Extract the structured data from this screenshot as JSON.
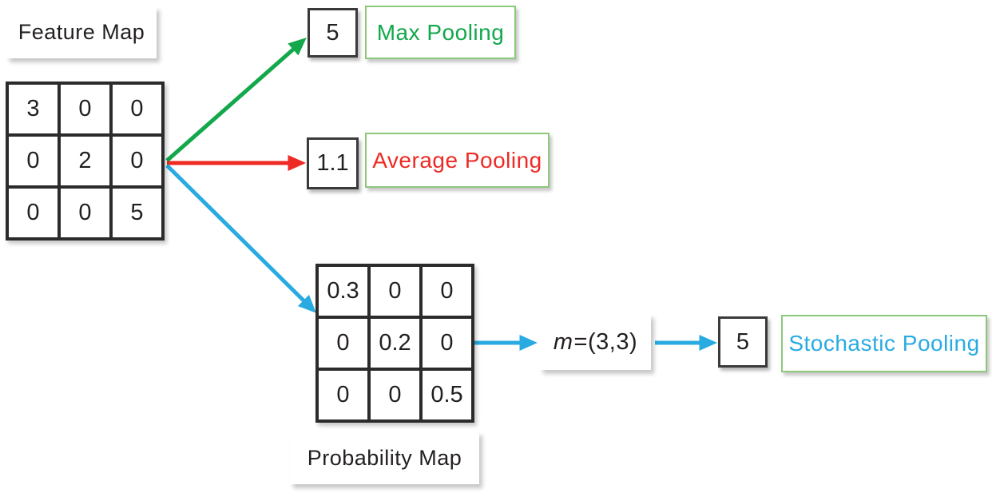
{
  "figure": {
    "feature_map": {
      "title": "Feature Map",
      "cells": [
        [
          "3",
          "0",
          "0"
        ],
        [
          "0",
          "2",
          "0"
        ],
        [
          "0",
          "0",
          "5"
        ]
      ]
    },
    "probability_map": {
      "title": "Probability Map",
      "cells": [
        [
          "0.3",
          "0",
          "0"
        ],
        [
          "0",
          "0.2",
          "0"
        ],
        [
          "0",
          "0",
          "0.5"
        ]
      ]
    },
    "branches": {
      "max": {
        "value": "5",
        "label": "Max Pooling"
      },
      "average": {
        "value": "1.1",
        "label": "Average Pooling"
      },
      "stochastic": {
        "value": "5",
        "label": "Stochastic Pooling",
        "sample_var": "m",
        "sample_rest": "=(3,3)"
      }
    },
    "colors": {
      "arrow_green": "#12A84B",
      "arrow_red": "#EE2A24",
      "arrow_blue": "#29ABE2",
      "pool_box_border": "#8CC87C",
      "matrix_line": "#2B2B2B",
      "text": "#231F20"
    }
  }
}
